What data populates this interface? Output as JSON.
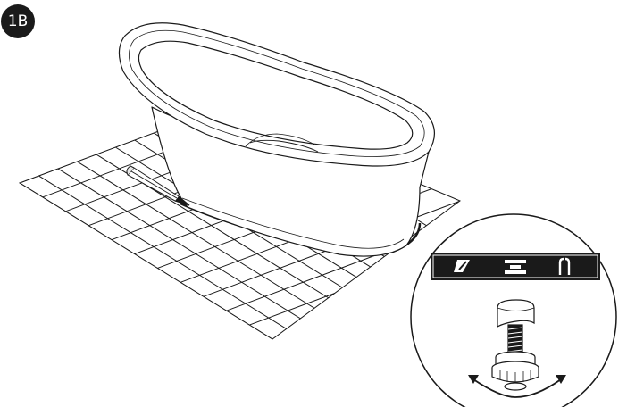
{
  "step": {
    "label": "1B"
  },
  "illustration": {
    "objects": [
      "bathtub",
      "floor-grid",
      "pencil",
      "detail-magnifier",
      "tool-icons-strip",
      "adjustable-foot",
      "rotation-arrows"
    ],
    "tool_icons": [
      "pencil-icon",
      "level-icon",
      "wrench-icon"
    ],
    "colors": {
      "line": "#1a1a1a",
      "badge_bg": "#1a1a1a",
      "badge_text": "#ffffff",
      "icon_strip_bg": "#1a1a1a"
    }
  }
}
